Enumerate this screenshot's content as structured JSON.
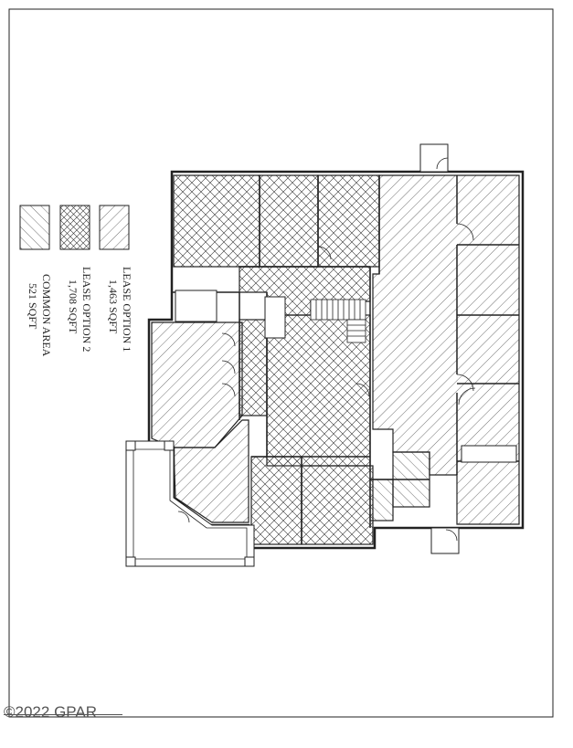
{
  "legend": {
    "items": [
      {
        "line1": "LEASE OPTION 1",
        "line2": "1,463 SQFT",
        "pattern": "diag-right"
      },
      {
        "line1": "LEASE OPTION 2",
        "line2": "1,708 SQFT",
        "pattern": "crosshatch"
      },
      {
        "line1": "COMMON AREA",
        "line2": "521 SQFT",
        "pattern": "diag-left"
      }
    ]
  },
  "watermark": "©2022 GPAR",
  "colors": {
    "line": "#222222",
    "hatch": "#333333",
    "background": "#ffffff"
  }
}
